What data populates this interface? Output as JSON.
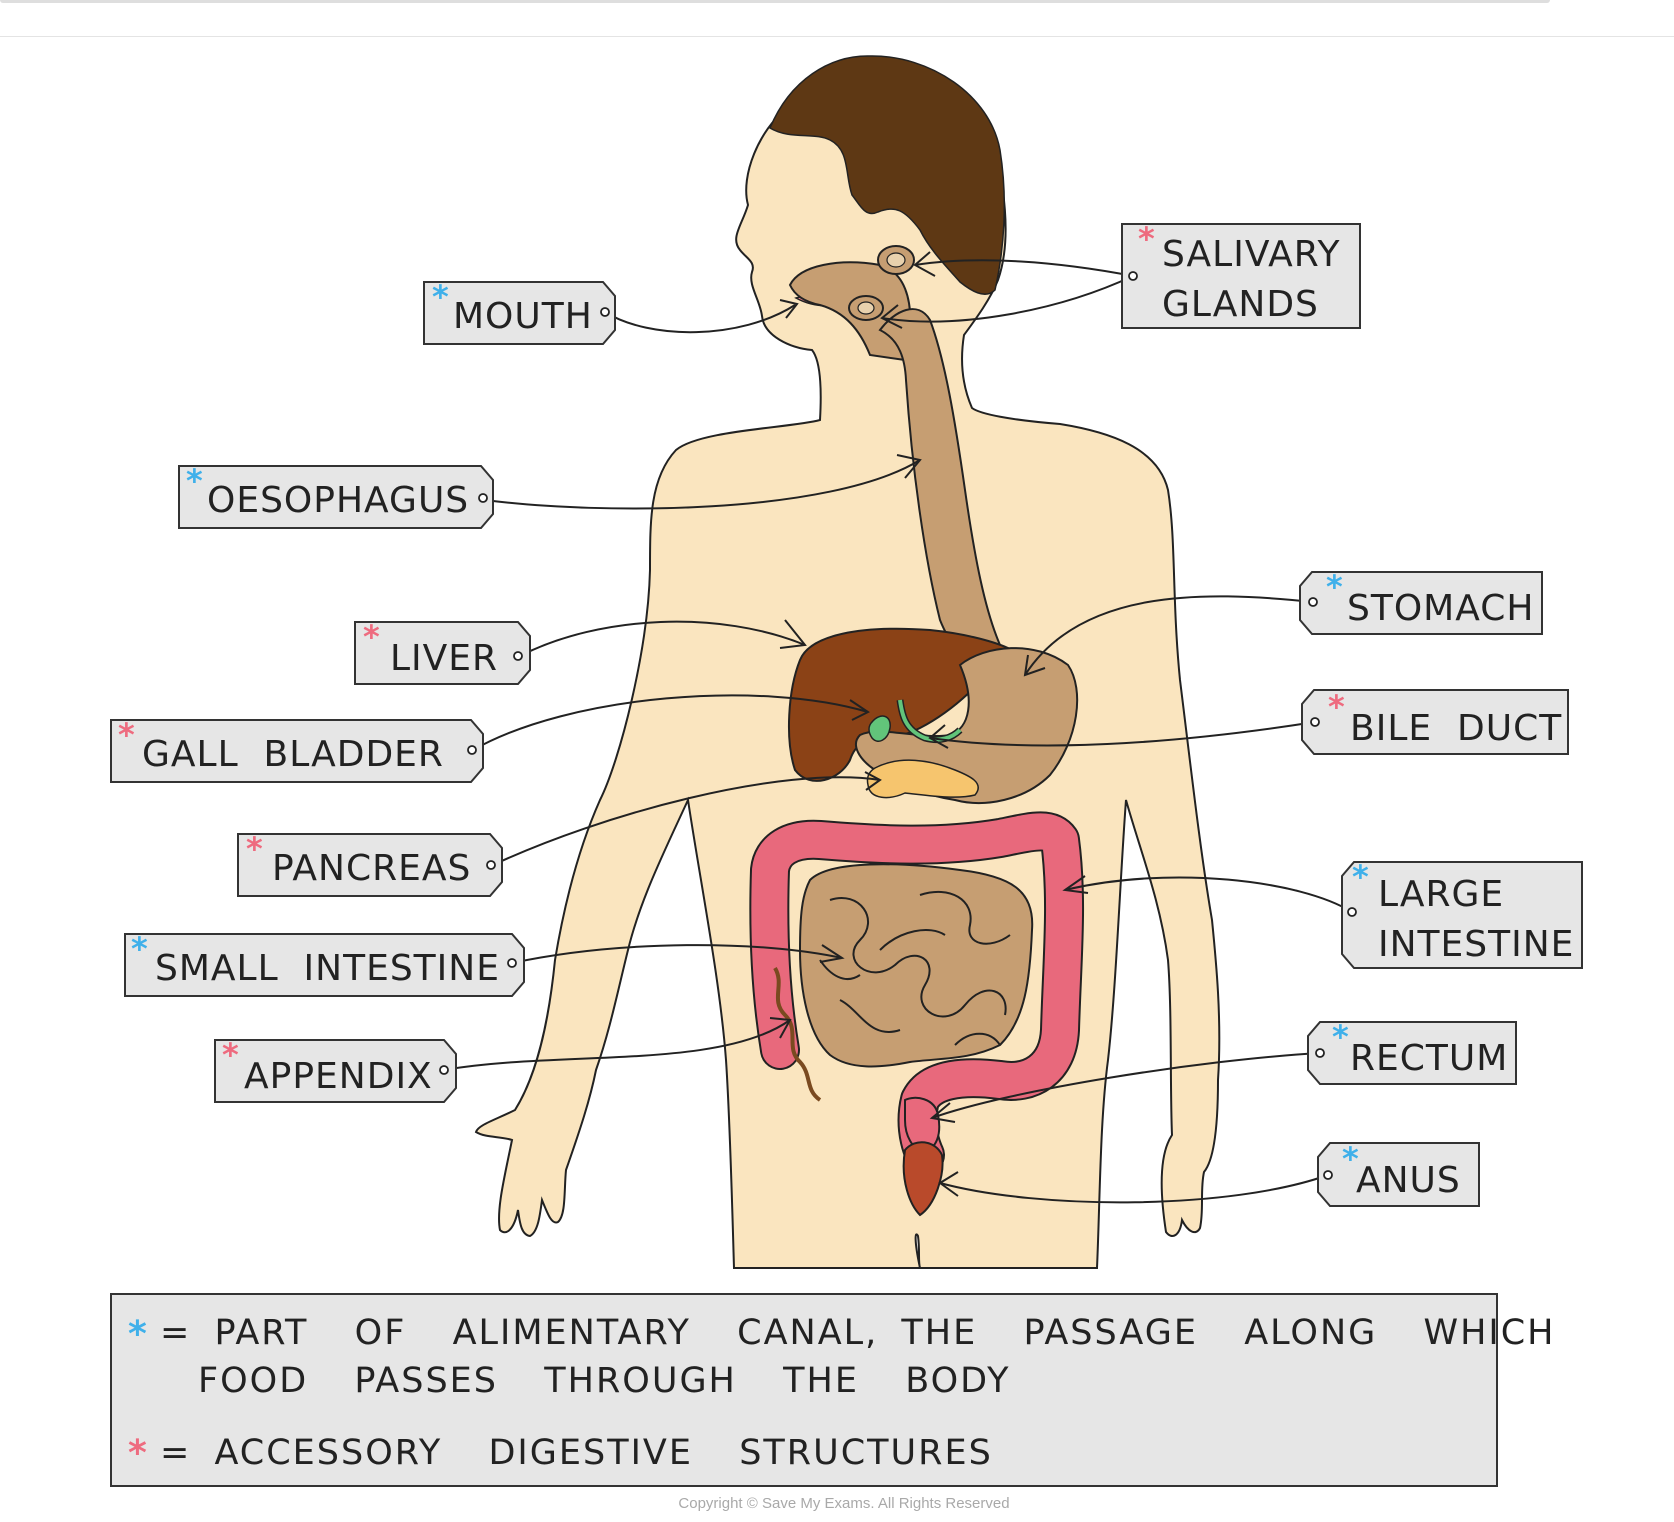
{
  "labels": {
    "mouth": {
      "text": "MOUTH",
      "marker": "blue"
    },
    "salivary": {
      "line1": "SALIVARY",
      "line2": "GLANDS",
      "marker": "red"
    },
    "oesophagus": {
      "text": "OESOPHAGUS",
      "marker": "blue"
    },
    "liver": {
      "text": "LIVER",
      "marker": "red"
    },
    "gall_bladder": {
      "text": "GALL  BLADDER",
      "marker": "red"
    },
    "pancreas": {
      "text": "PANCREAS",
      "marker": "red"
    },
    "small_intestine": {
      "text": "SMALL  INTESTINE",
      "marker": "blue"
    },
    "appendix": {
      "text": "APPENDIX",
      "marker": "red"
    },
    "stomach": {
      "text": "STOMACH",
      "marker": "blue"
    },
    "bile_duct": {
      "text": "BILE  DUCT",
      "marker": "red"
    },
    "large_intestine": {
      "line1": "LARGE",
      "line2": "INTESTINE",
      "marker": "blue"
    },
    "rectum": {
      "text": "RECTUM",
      "marker": "blue"
    },
    "anus": {
      "text": "ANUS",
      "marker": "blue"
    }
  },
  "marker_glyph": "*",
  "legend": {
    "blue_line1": "= PART  OF  ALIMENTARY  CANAL, THE  PASSAGE  ALONG  WHICH",
    "blue_line2": "FOOD  PASSES  THROUGH  THE  BODY",
    "red_line1": "= ACCESSORY  DIGESTIVE  STRUCTURES"
  },
  "copyright": "Copyright © Save My Exams. All Rights Reserved",
  "colors": {
    "alimentary_marker": "#3fb0ea",
    "accessory_marker": "#ee6b7f",
    "skin": "#fae5bf",
    "hair": "#5e3814",
    "gut": "#c69e72",
    "liver": "#8b4216",
    "large_intestine": "#e8697c",
    "pancreas": "#f6c56e",
    "gall_bladder": "#62c47a",
    "anus": "#b94a2b",
    "tag_fill": "#e6e6e6"
  }
}
